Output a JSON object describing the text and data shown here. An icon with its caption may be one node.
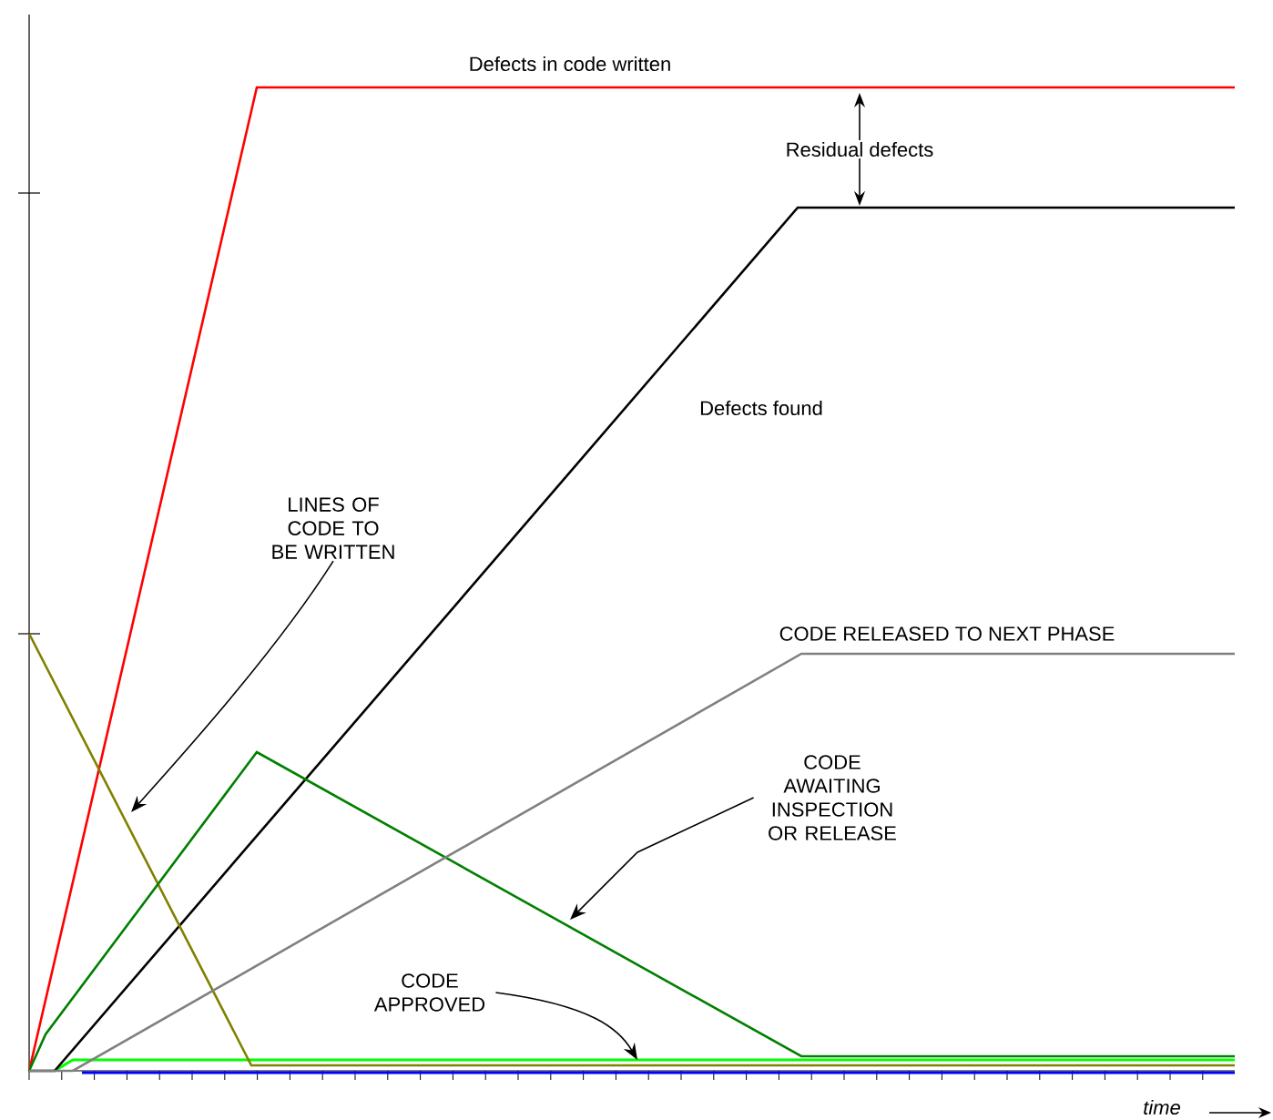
{
  "diagram": {
    "nodes": [
      {
        "text": [
          "LINES OF CODE TO BE WRITTEN"
        ]
      },
      {
        "text": [
          "CODE AWAITING INSPECTION OR RELEASE"
        ]
      },
      {
        "text": [
          "CODE APPROVED"
        ]
      }
    ],
    "edges": [
      {
        "from": 0,
        "to": null,
        "arrow": "to"
      },
      {
        "from": 1,
        "to": null,
        "arrow": "to"
      },
      {
        "from": 2,
        "to": null,
        "arrow": "to"
      }
    ],
    "labels": [
      "Defects in code written",
      "Residual defects",
      "Defects found",
      "CODE RELEASED TO NEXT PHASE",
      "time"
    ]
  }
}
